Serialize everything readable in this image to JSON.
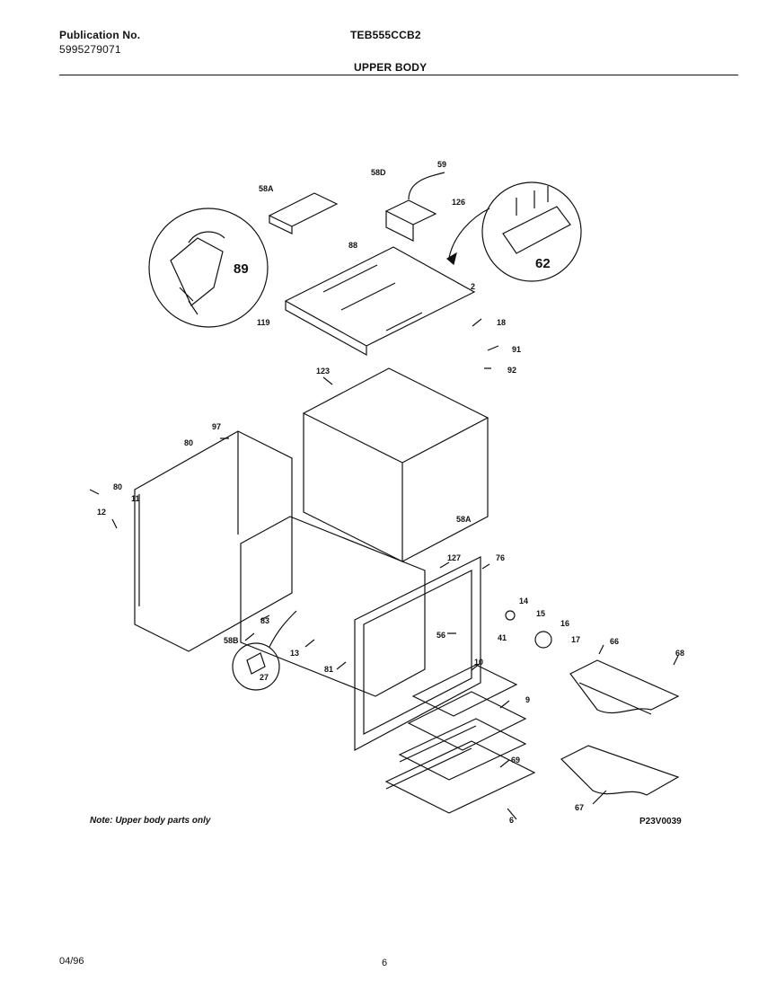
{
  "header": {
    "publication_label": "Publication No.",
    "publication_number": "5995279071",
    "model": "TEB555CCB2",
    "section_title": "UPPER BODY"
  },
  "callouts": [
    {
      "id": "c58A_top",
      "text": "58A"
    },
    {
      "id": "c58D",
      "text": "58D"
    },
    {
      "id": "c59",
      "text": "59"
    },
    {
      "id": "c126",
      "text": "126"
    },
    {
      "id": "c88",
      "text": "88"
    },
    {
      "id": "c2",
      "text": "2"
    },
    {
      "id": "c89",
      "text": "89"
    },
    {
      "id": "c62",
      "text": "62"
    },
    {
      "id": "c119",
      "text": "119"
    },
    {
      "id": "c18a",
      "text": "18"
    },
    {
      "id": "c91",
      "text": "91"
    },
    {
      "id": "c92",
      "text": "92"
    },
    {
      "id": "c123",
      "text": "123"
    },
    {
      "id": "c97",
      "text": "97"
    },
    {
      "id": "c80a",
      "text": "80"
    },
    {
      "id": "c80b",
      "text": "80"
    },
    {
      "id": "c11",
      "text": "11"
    },
    {
      "id": "c12",
      "text": "12"
    },
    {
      "id": "c58A_side",
      "text": "58A"
    },
    {
      "id": "c127",
      "text": "127"
    },
    {
      "id": "c76",
      "text": "76"
    },
    {
      "id": "c14",
      "text": "14"
    },
    {
      "id": "c15",
      "text": "15"
    },
    {
      "id": "c16",
      "text": "16"
    },
    {
      "id": "c17",
      "text": "17"
    },
    {
      "id": "c66",
      "text": "66"
    },
    {
      "id": "c68",
      "text": "68"
    },
    {
      "id": "c83",
      "text": "83"
    },
    {
      "id": "c58B",
      "text": "58B"
    },
    {
      "id": "c13",
      "text": "13"
    },
    {
      "id": "c81",
      "text": "81"
    },
    {
      "id": "c56",
      "text": "56"
    },
    {
      "id": "c41",
      "text": "41"
    },
    {
      "id": "c10",
      "text": "10"
    },
    {
      "id": "c27",
      "text": "27"
    },
    {
      "id": "c9",
      "text": "9"
    },
    {
      "id": "c69",
      "text": "69"
    },
    {
      "id": "c67",
      "text": "67"
    },
    {
      "id": "c6",
      "text": "6"
    }
  ],
  "note": "Note: Upper body parts only",
  "drawing_code": "P23V0039",
  "footer": {
    "date": "04/96",
    "page": "6"
  }
}
